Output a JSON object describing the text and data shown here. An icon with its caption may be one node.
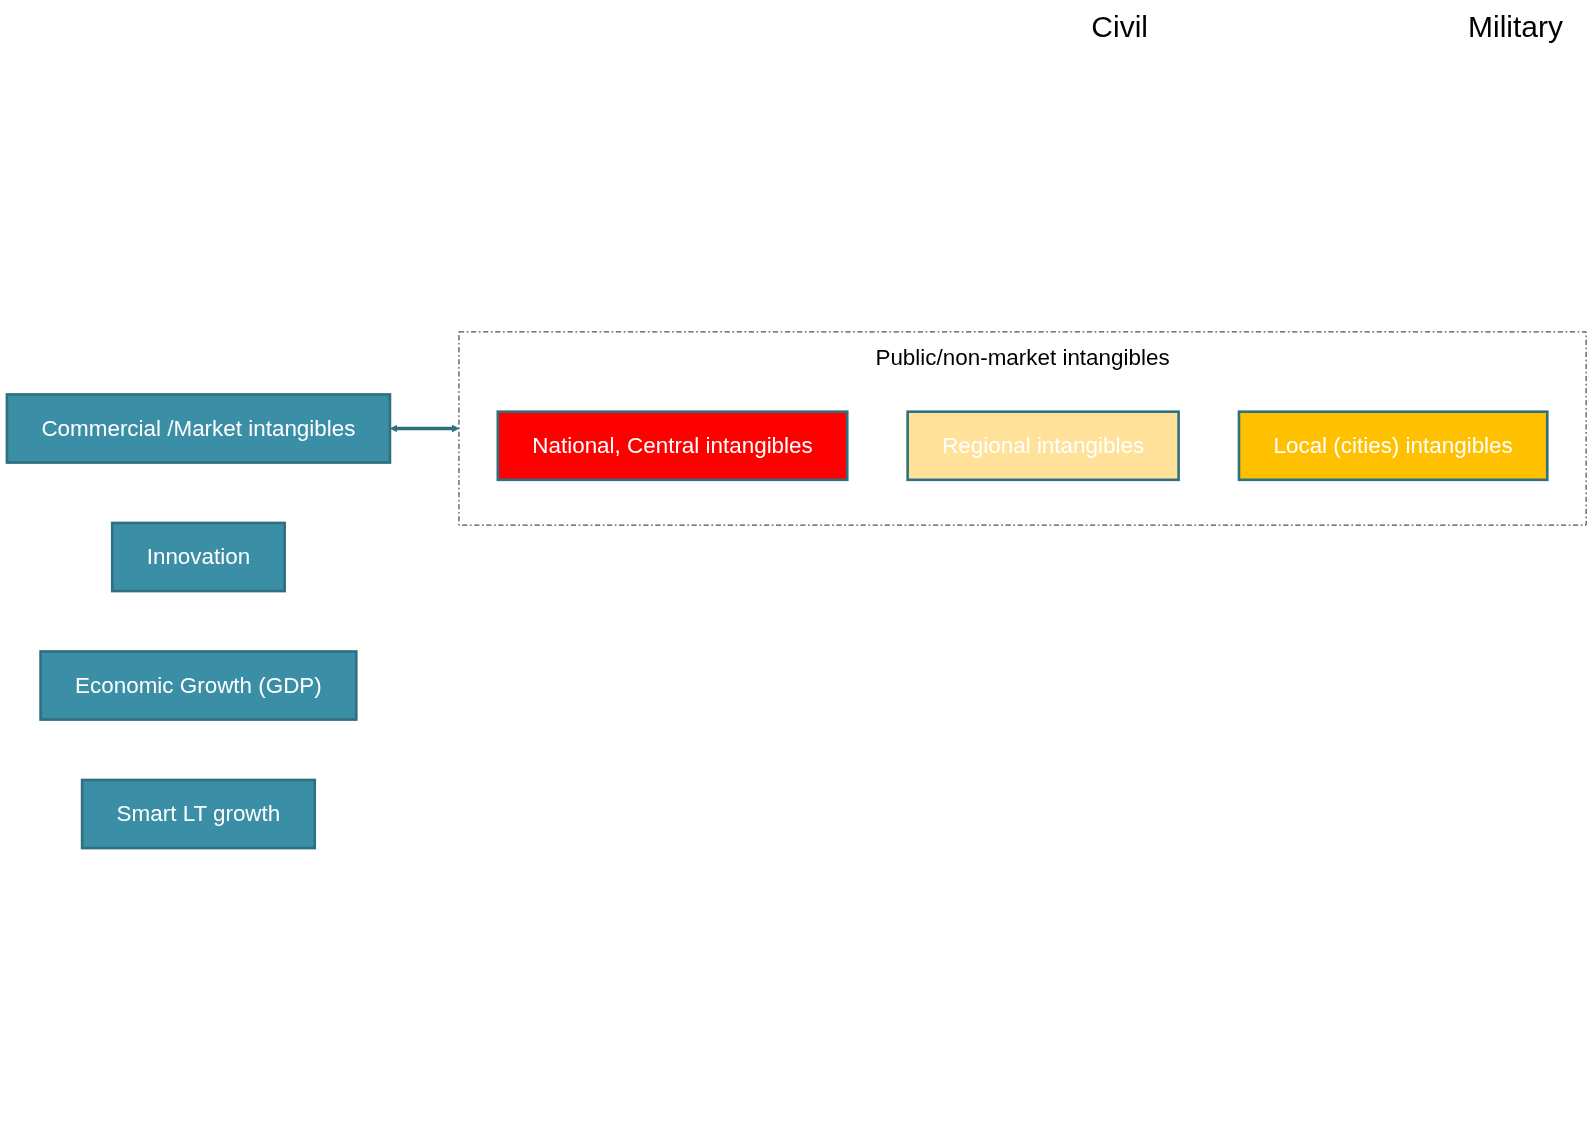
{
  "diagram": {
    "nodes": [
      {
        "text": [
          "Commercial /Market intangibles"
        ]
      },
      {
        "text": [
          "Public/non-market intangibles"
        ]
      },
      {
        "text": [
          "National, Central intangibles"
        ],
        "in": 1
      },
      {
        "text": [
          "Regional intangibles"
        ],
        "in": 1
      },
      {
        "text": [
          "Local (cities) intangibles"
        ],
        "in": 1
      },
      {
        "text": [
          "Innovation"
        ]
      },
      {
        "text": [
          "Economic Growth (GDP)"
        ]
      },
      {
        "text": [
          "Smart LT growth"
        ]
      }
    ],
    "edges": [
      {
        "from": 0,
        "to": 1,
        "arrow": "both"
      }
    ],
    "labels": [
      "Civil",
      "Military"
    ]
  }
}
